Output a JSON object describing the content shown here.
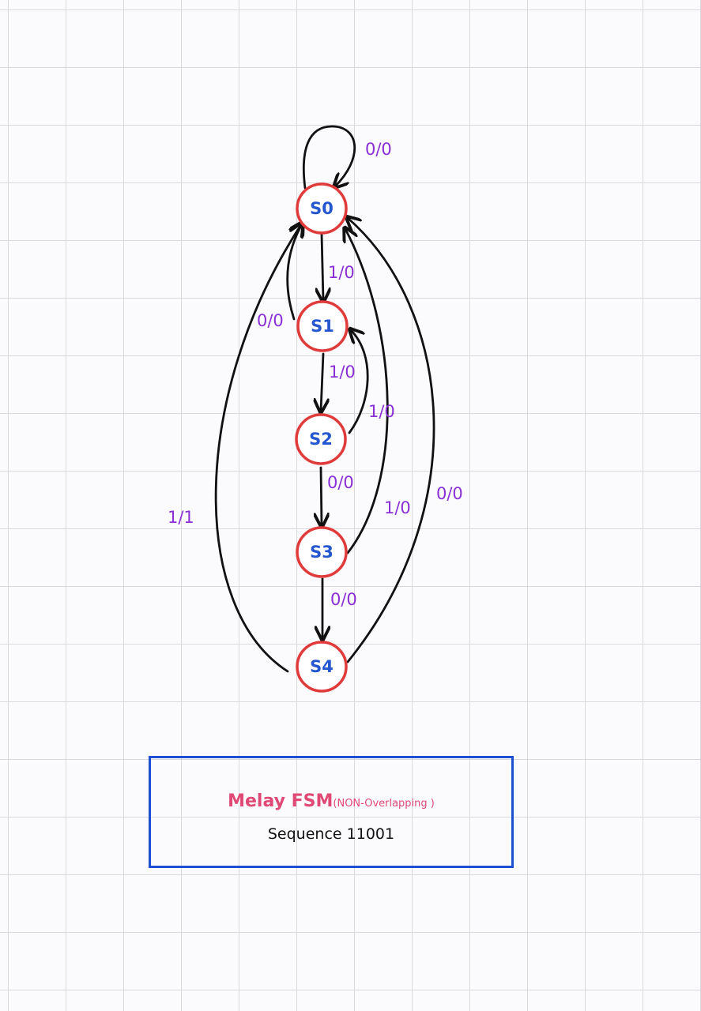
{
  "diagram": {
    "colors": {
      "state_border": "#e03b3b",
      "state_text": "#2456cf",
      "edge_label": "#8a2fd6",
      "edge": "#111111",
      "caption_box_border": "#1f4fd1",
      "caption_title": "#e04876"
    },
    "states": [
      {
        "id": "S0",
        "label": "S0"
      },
      {
        "id": "S1",
        "label": "S1"
      },
      {
        "id": "S2",
        "label": "S2"
      },
      {
        "id": "S3",
        "label": "S3"
      },
      {
        "id": "S4",
        "label": "S4"
      }
    ],
    "transitions": [
      {
        "from": "S0",
        "to": "S0",
        "label": "0/0"
      },
      {
        "from": "S0",
        "to": "S1",
        "label": "1/0"
      },
      {
        "from": "S1",
        "to": "S0",
        "label": "0/0"
      },
      {
        "from": "S1",
        "to": "S2",
        "label": "1/0"
      },
      {
        "from": "S2",
        "to": "S1",
        "label": "1/0"
      },
      {
        "from": "S2",
        "to": "S3",
        "label": "0/0"
      },
      {
        "from": "S3",
        "to": "S0",
        "label": "1/0"
      },
      {
        "from": "S3",
        "to": "S4",
        "label": "0/0"
      },
      {
        "from": "S4",
        "to": "S0",
        "label": "1/1"
      },
      {
        "from": "S4",
        "to": "S0",
        "label": "0/0"
      }
    ]
  },
  "caption": {
    "title_main": "Melay FSM",
    "title_sub": "(NON-Overlapping )",
    "sequence_label": "Sequence",
    "sequence_value": "11001"
  }
}
